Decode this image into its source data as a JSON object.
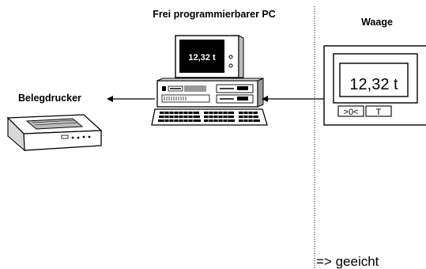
{
  "labels": {
    "pc_title": "Frei programmierbarer PC",
    "scale_title": "Waage",
    "printer_label": "Belegdrucker",
    "calibrated_note": "=> geeicht"
  },
  "pc_monitor": {
    "display_value": "12,32 t"
  },
  "scale_display": {
    "value": "12,32 t",
    "zero_button": ">0<",
    "tare_button": "T"
  },
  "colors": {
    "line": "#000000",
    "monitor_screen": "#000000",
    "screen_text": "#ffffff",
    "body_fill": "#ffffff",
    "pc_shading": "#9a9a9a"
  }
}
